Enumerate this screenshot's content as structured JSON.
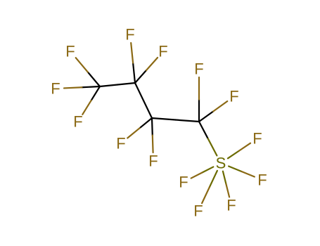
{
  "molecule": {
    "atoms": [
      {
        "id": "c1",
        "element": "C",
        "label": ""
      },
      {
        "id": "c2",
        "element": "C",
        "label": ""
      },
      {
        "id": "c3",
        "element": "C",
        "label": ""
      },
      {
        "id": "c4",
        "element": "C",
        "label": ""
      },
      {
        "id": "s1",
        "element": "S",
        "label": "S"
      },
      {
        "id": "f1",
        "element": "F",
        "label": "F"
      },
      {
        "id": "f2",
        "element": "F",
        "label": "F"
      },
      {
        "id": "f3",
        "element": "F",
        "label": "F"
      },
      {
        "id": "f4",
        "element": "F",
        "label": "F"
      },
      {
        "id": "f5",
        "element": "F",
        "label": "F"
      },
      {
        "id": "f6",
        "element": "F",
        "label": "F"
      },
      {
        "id": "f7",
        "element": "F",
        "label": "F"
      },
      {
        "id": "f8",
        "element": "F",
        "label": "F"
      },
      {
        "id": "f9",
        "element": "F",
        "label": "F"
      },
      {
        "id": "f10",
        "element": "F",
        "label": "F"
      },
      {
        "id": "f11",
        "element": "F",
        "label": "F"
      },
      {
        "id": "f12",
        "element": "F",
        "label": "F"
      },
      {
        "id": "f13",
        "element": "F",
        "label": "F"
      },
      {
        "id": "f14",
        "element": "F",
        "label": "F"
      }
    ],
    "bonds": [
      [
        "c1",
        "c2"
      ],
      [
        "c2",
        "c3"
      ],
      [
        "c3",
        "c4"
      ],
      [
        "c4",
        "s1"
      ],
      [
        "c1",
        "f1"
      ],
      [
        "c1",
        "f2"
      ],
      [
        "c1",
        "f3"
      ],
      [
        "c2",
        "f4"
      ],
      [
        "c2",
        "f5"
      ],
      [
        "c3",
        "f6"
      ],
      [
        "c3",
        "f7"
      ],
      [
        "c4",
        "f8"
      ],
      [
        "c4",
        "f9"
      ],
      [
        "s1",
        "f10"
      ],
      [
        "s1",
        "f11"
      ],
      [
        "s1",
        "f12"
      ],
      [
        "s1",
        "f13"
      ],
      [
        "s1",
        "f14"
      ]
    ],
    "colors": {
      "bond": "#000000",
      "F": "#8B6914",
      "S": "#6B6B00"
    }
  }
}
